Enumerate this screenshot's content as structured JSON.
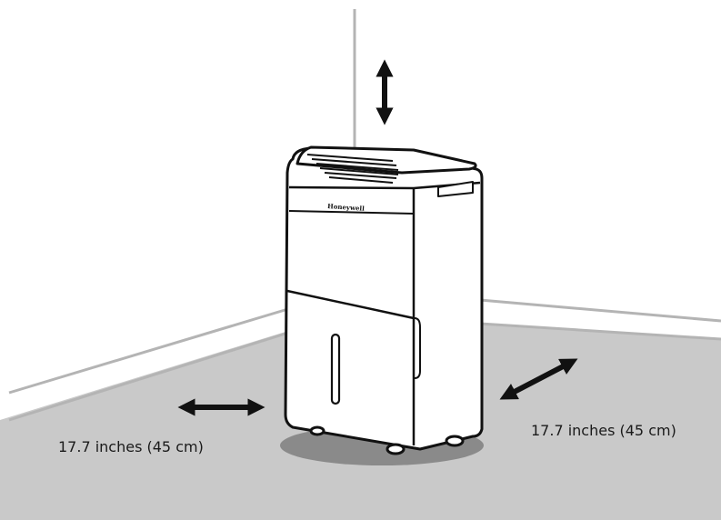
{
  "labels": {
    "left_clearance": "17.7 inches (45 cm)",
    "right_clearance": "17.7 inches (45 cm)",
    "brand": "Honeywell"
  },
  "colors": {
    "floor": "#c9c9c9",
    "wall_line": "#b4b4b4",
    "outline": "#111111",
    "shadow": "#8a8a8a"
  }
}
